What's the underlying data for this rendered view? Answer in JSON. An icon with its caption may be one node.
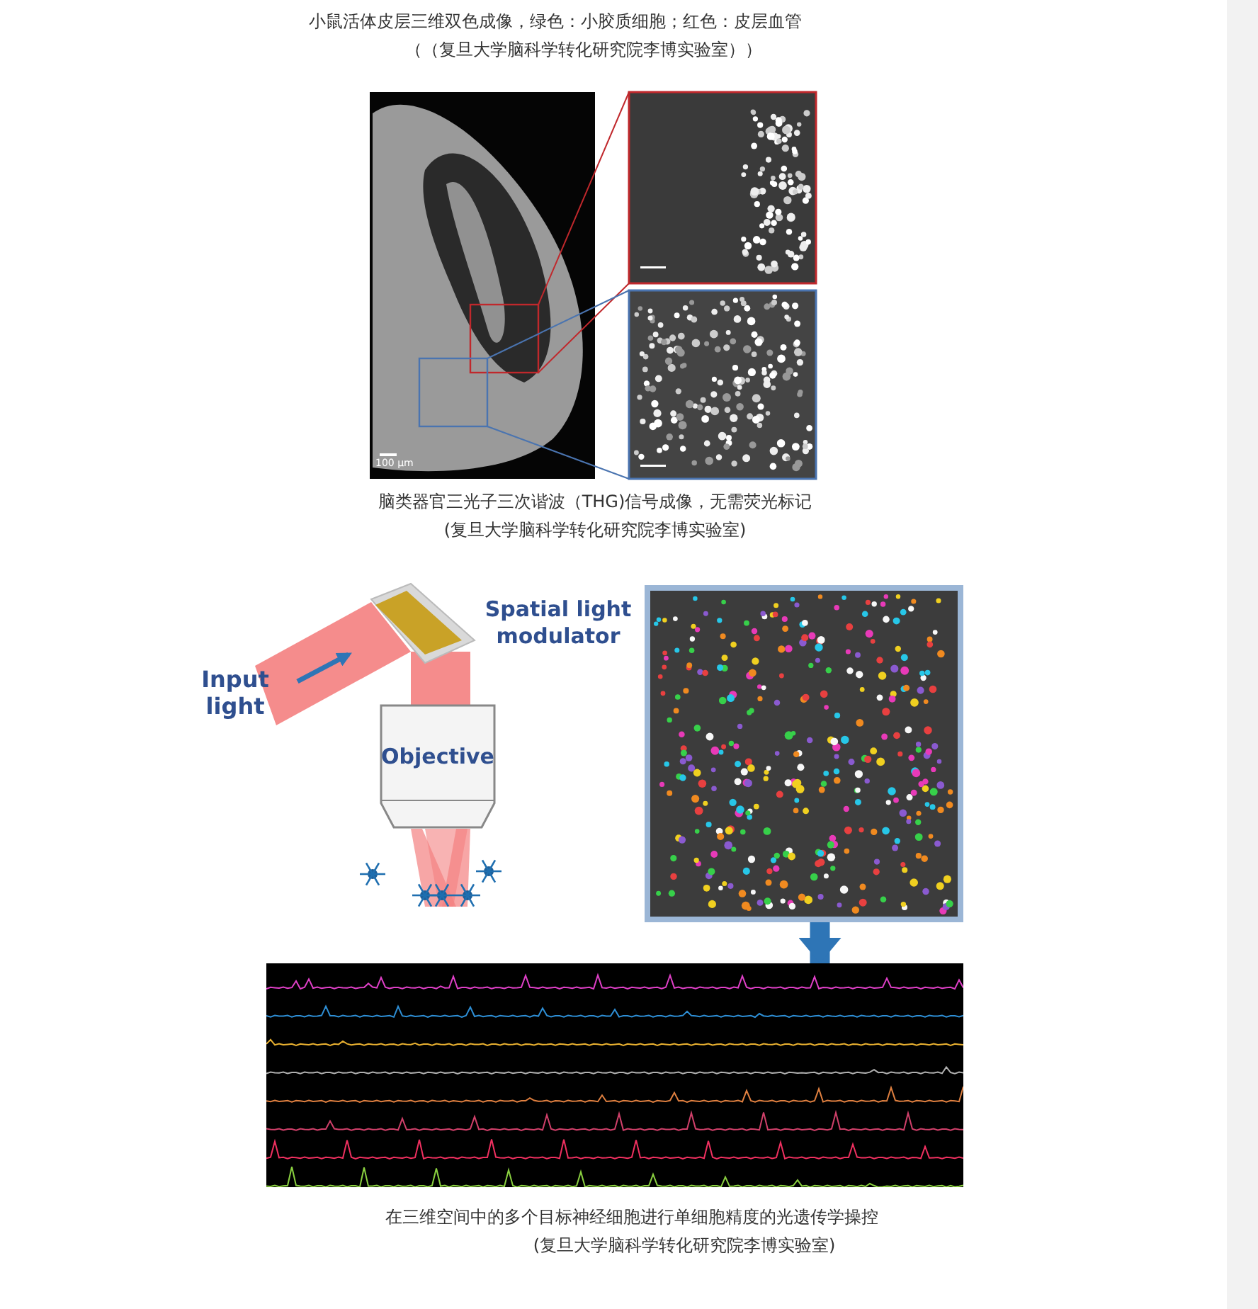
{
  "diagram": {
    "nodes": [
      {
        "text": [
          "Input light"
        ]
      },
      {
        "text": [
          "Spatial light modulator"
        ]
      },
      {
        "text": [
          "Objective"
        ]
      },
      {
        "text": [],
        "shape": "picture"
      },
      {
        "text": [],
        "shape": "picture"
      }
    ],
    "edges": [
      {
        "from": 3,
        "to": 4,
        "arrow": "to"
      }
    ],
    "labels": [
      "小鼠活体皮层三维双色成像，绿色：小胶质细胞；红色：皮层血管",
      "（（复旦大学脑科学转化研究院李博实验室））",
      "100 μm",
      "脑类器官三光子三次谐波（THG)信号成像，无需荧光标记",
      "(复旦大学脑科学转化研究院李博实验室)",
      "在三维空间中的多个目标神经细胞进行单细胞精度的光遗传学操控",
      "(复旦大学脑科学转化研究院李博实验室)"
    ]
  }
}
